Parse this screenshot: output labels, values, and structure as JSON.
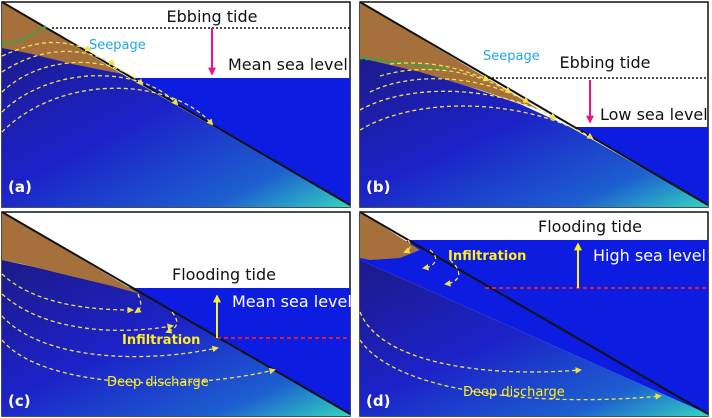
{
  "panels": [
    {
      "id": "a",
      "letter": "(a)",
      "labels": {
        "tide": "Ebbing tide",
        "sea_level": "Mean sea level",
        "flow": "Seepage"
      }
    },
    {
      "id": "b",
      "letter": "(b)",
      "labels": {
        "tide": "Ebbing tide",
        "sea_level": "Low sea level",
        "flow": "Seepage"
      }
    },
    {
      "id": "c",
      "letter": "(c)",
      "labels": {
        "tide": "Flooding tide",
        "sea_level": "Mean sea level",
        "flow": "Infiltration",
        "deep": "Deep discharge"
      }
    },
    {
      "id": "d",
      "letter": "(d)",
      "labels": {
        "tide": "Flooding tide",
        "sea_level": "High sea level",
        "flow": "Infiltration",
        "deep": "Deep discharge"
      }
    }
  ],
  "colors": {
    "sea": "#0c1ce0",
    "aquifer_dark": "#1a1470",
    "aquifer_light": "#2ec4c0",
    "sediment": "#a5703c",
    "flow_lines": "#f2e24a",
    "seepage_line": "#2aa84a",
    "arrow_ebb": "#ee1188",
    "arrow_flood": "#ffee22",
    "previous_level_line": "#ee2222",
    "seepage_text": "#22a8e0",
    "infiltration_text": "#ffee22"
  }
}
